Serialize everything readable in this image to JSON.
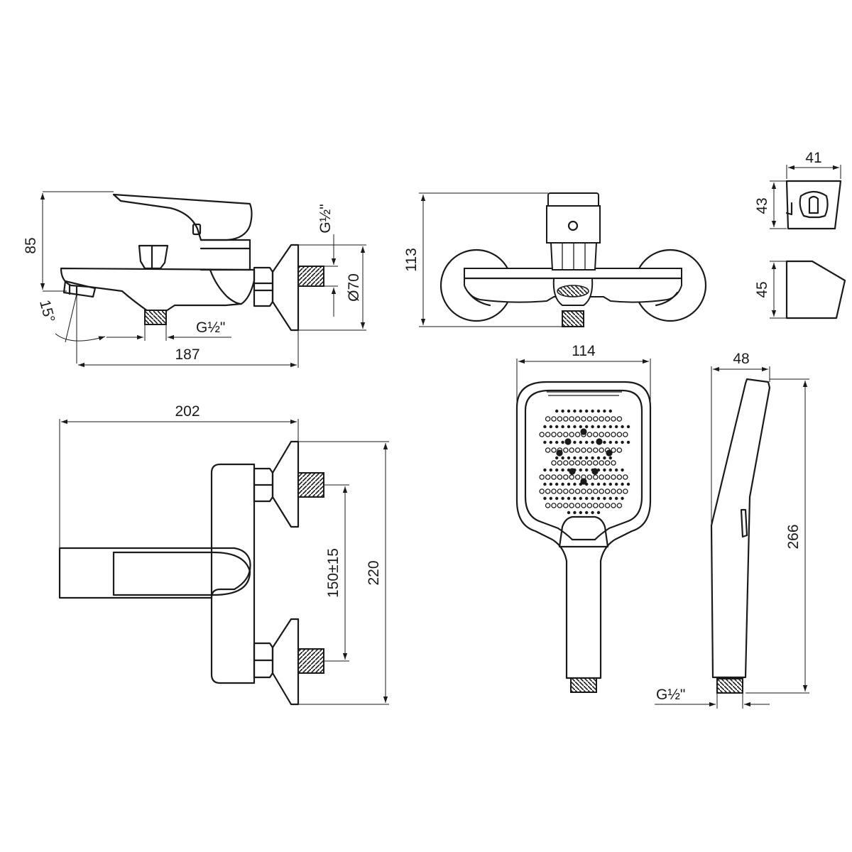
{
  "labels": {
    "front_height": "85",
    "spout_angle": "15°",
    "inlet_side_thread": "G½\"",
    "inlet_bottom_thread": "G½\"",
    "flange_diameter": "Ø70",
    "front_width": "187",
    "side_height": "113",
    "holder_width": "41",
    "holder_height_front": "43",
    "holder_height_side": "45",
    "top_width": "202",
    "inlet_spacing": "150±15",
    "top_depth": "220",
    "head_width": "114",
    "head_depth": "48",
    "head_length": "266",
    "hose_thread": "G½\""
  }
}
